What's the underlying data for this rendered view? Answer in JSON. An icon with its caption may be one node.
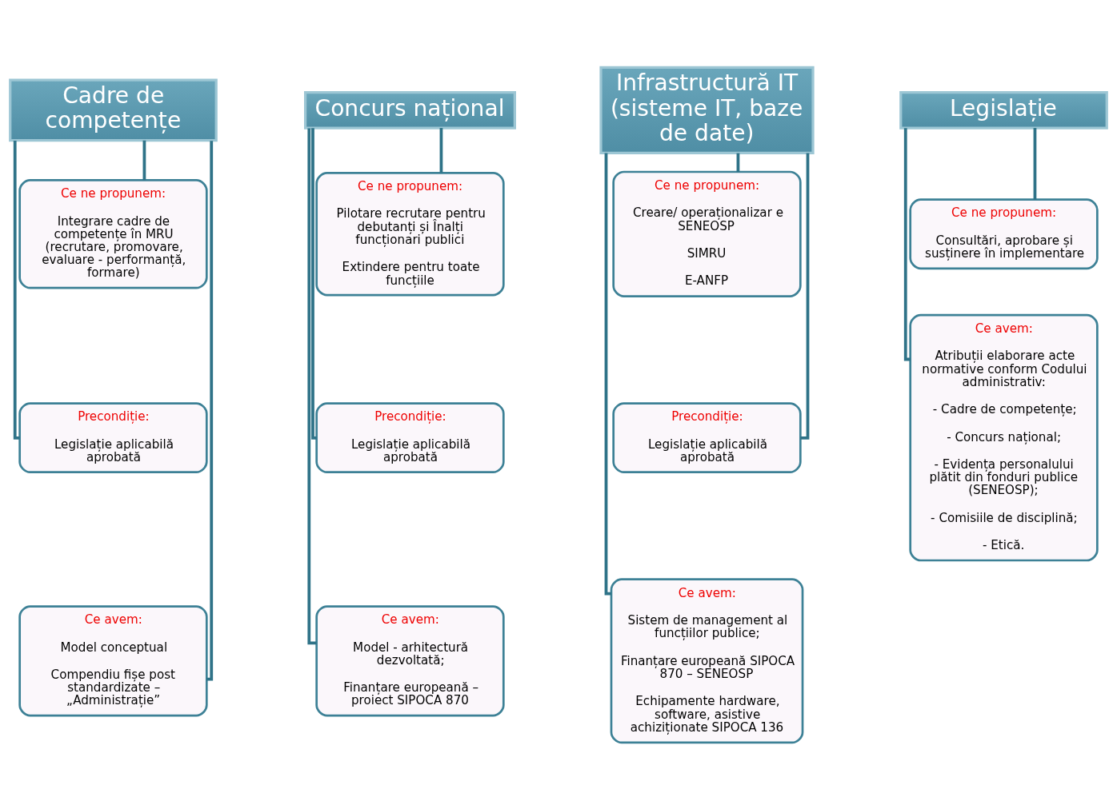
{
  "diagram": {
    "nodes": [
      {
        "text": [
          "Cadre de competențe"
        ]
      },
      {
        "text": [
          "Ce ne propunem:",
          "Integrare cadre de competențe în MRU (recrutare, promovare, evaluare - performanță, formare)"
        ]
      },
      {
        "text": [
          "Precondiție:",
          "Legislație aplicabilă aprobată"
        ]
      },
      {
        "text": [
          "Ce avem:",
          "Model conceptual",
          "Compendiu fișe post standardizate – „Administrație”"
        ]
      },
      {
        "text": [
          "Concurs național"
        ]
      },
      {
        "text": [
          "Ce ne propunem:",
          "Pilotare recrutare pentru debutanți și Înalți funcționari publici",
          "Extindere pentru toate funcțiile"
        ]
      },
      {
        "text": [
          "Precondiție:",
          "Legislație aplicabilă aprobată"
        ]
      },
      {
        "text": [
          "Ce avem:",
          "Model - arhitectură dezvoltată;",
          "Finanțare europeană – proiect SIPOCA 870"
        ]
      },
      {
        "text": [
          "Infrastructură IT (sisteme IT, baze de date)"
        ]
      },
      {
        "text": [
          "Ce ne propunem:",
          "Creare/ operaționalizar e SENEOSP",
          "SIMRU",
          "E-ANFP"
        ]
      },
      {
        "text": [
          "Precondiție:",
          "Legislație aplicabilă aprobată"
        ]
      },
      {
        "text": [
          "Ce avem:",
          "Sistem de management al funcțiilor publice;",
          "Finanțare europeană SIPOCA 870 – SENEOSP",
          "Echipamente hardware, software, asistive achiziționate SIPOCA 136"
        ]
      },
      {
        "text": [
          "Legislație"
        ]
      },
      {
        "text": [
          "Ce ne propunem:",
          "Consultări, aprobare și susținere în implementare"
        ]
      },
      {
        "text": [
          "Ce avem:",
          "Atribuții elaborare acte normative conform Codului administrativ:",
          "- Cadre de competențe;",
          "- Concurs național;",
          "- Evidența personalului plătit din fonduri publice (SENEOSP);",
          "- Comisiile de disciplină;",
          "- Etică."
        ]
      }
    ],
    "edges": [
      {
        "from": 0,
        "to": 1,
        "arrow": "none"
      },
      {
        "from": 0,
        "to": 2,
        "arrow": "none"
      },
      {
        "from": 0,
        "to": 3,
        "arrow": "none"
      },
      {
        "from": 4,
        "to": 5,
        "arrow": "none"
      },
      {
        "from": 4,
        "to": 6,
        "arrow": "none"
      },
      {
        "from": 4,
        "to": 7,
        "arrow": "none"
      },
      {
        "from": 8,
        "to": 9,
        "arrow": "none"
      },
      {
        "from": 8,
        "to": 10,
        "arrow": "none"
      },
      {
        "from": 8,
        "to": 11,
        "arrow": "none"
      },
      {
        "from": 12,
        "to": 13,
        "arrow": "none"
      },
      {
        "from": 12,
        "to": 14,
        "arrow": "none"
      }
    ]
  }
}
